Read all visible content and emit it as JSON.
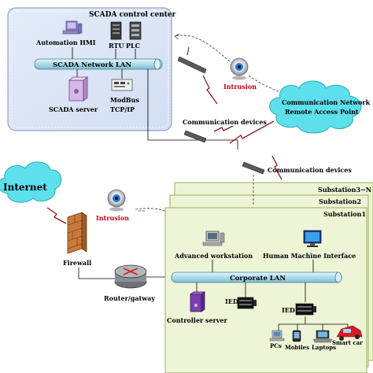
{
  "scada": {
    "title": "SCADA control center",
    "lan": "SCADA Network LAN",
    "hmi": "Automation HMI",
    "rtu": "RTU",
    "plc": "PLC",
    "server": "SCADA server",
    "modbus_line1": "ModBus",
    "modbus_line2": "TCP/IP"
  },
  "comm": {
    "devices_top": "Communication devices",
    "devices_mid": "Communication devices",
    "cloud_line1": "Communication Network",
    "cloud_line2": "Remote Access Point"
  },
  "intrusion": {
    "top": "Intrusion",
    "left": "Intrusion"
  },
  "internet": "Internet",
  "firewall": "Firewall",
  "router": "Router/gatway",
  "substations": {
    "s3": "Substation3~N",
    "s2": "Substation2",
    "s1": "Substation1"
  },
  "corporate": {
    "lan": "Corporate LAN",
    "advanced_workstation": "Advanced workstation",
    "hmi": "Human Machine Interface",
    "controller_server": "Controller server",
    "ied1": "IED",
    "ied2": "IED",
    "pcs": "PCs",
    "mobiles": "Mobiles",
    "laptops": "Laptops",
    "smart_car": "Smart car"
  },
  "colors": {
    "scada_panel": "#dbe6f7",
    "substation_panel": "#eef5d6",
    "lan_bar": "#bfe3ef",
    "cloud": "#5ee0ec",
    "intrusion_text": "#c0001a"
  }
}
